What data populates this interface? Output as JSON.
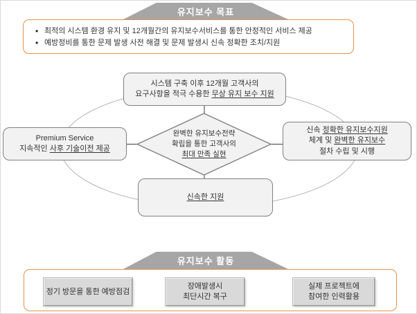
{
  "colors": {
    "banner_gray": "#a6a6a6",
    "orange_border": "#e8914a",
    "node_fill": "#f2f2f2",
    "node_border": "#7f7f7f",
    "ellipse_stroke": "#b3b3b3",
    "connector": "#595959",
    "button_fill": "#d9d9d9",
    "text": "#333333"
  },
  "goals": {
    "title": "유지보수 목표",
    "bullets": [
      "최적의 시스템 환경 유지 및 12개월간의 유지보수서비스를 통한 안정적인 서비스 제공",
      "예방정비를 통한 문제 발생 사전 해결 및 문제 발생시 신속 정확한 조치/지원"
    ]
  },
  "diagram": {
    "top_box": {
      "line1": "시스템 구축 이후 12개월 고객사의",
      "line2_pre": "요구사항을 적극 수용한 ",
      "line2_u": "무상 유지 보수 지원"
    },
    "left_box": {
      "line1": "Premium Service",
      "line2_pre": "지속적인 ",
      "line2_u": "사후 기술이전 제공"
    },
    "right_box": {
      "line1_pre": "신속 ",
      "line1_u": "정확한 유지보수지원",
      "line2_pre": "체계 및 ",
      "line2_u": "완벽한 유지보수",
      "line3": "절차 수립 및 시행"
    },
    "bottom_box": {
      "text_u": "신속한 지원"
    },
    "diamond": {
      "line1": "완벽한 유지보수전략",
      "line2": "확립을 통한 고객사의",
      "line3_u": "최대 만족 실현"
    }
  },
  "activities": {
    "title": "유지보수 활동",
    "items": [
      {
        "line1": "정기 방문을 통한 예방점검",
        "line2": ""
      },
      {
        "line1": "장애발생시",
        "line2": "최단시간 복구"
      },
      {
        "line1": "실제 프로젝트에",
        "line2": "참여한 인력활용"
      }
    ]
  }
}
